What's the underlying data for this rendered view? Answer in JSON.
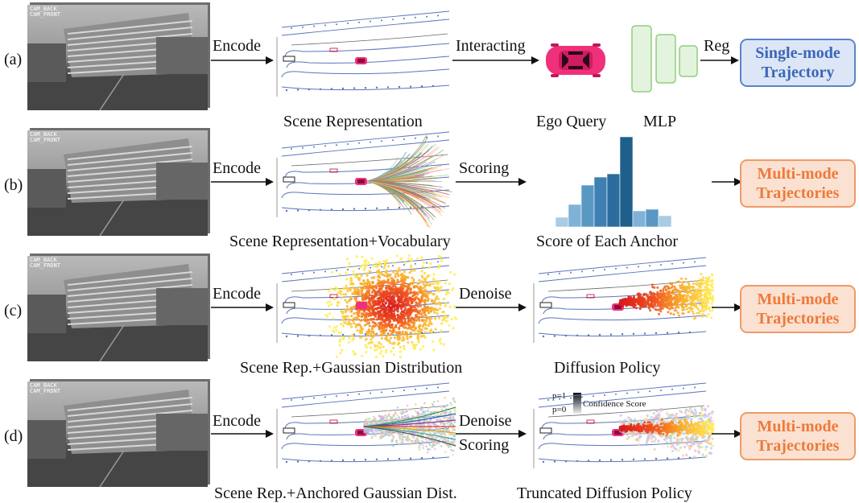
{
  "rows": [
    {
      "label": "(a)",
      "encode": "Encode",
      "scene_caption": "Scene Representation",
      "action": "Interacting",
      "ego_query": "Ego Query",
      "mlp": "MLP",
      "reg": "Reg",
      "output": [
        "Single-mode",
        "Trajectory"
      ]
    },
    {
      "label": "(b)",
      "encode": "Encode",
      "scene_caption": "Scene Representation+Vocabulary",
      "action": "Scoring",
      "result_caption": "Score of Each Anchor",
      "output": [
        "Multi-mode",
        "Trajectories"
      ]
    },
    {
      "label": "(c)",
      "encode": "Encode",
      "scene_caption": "Scene Rep.+Gaussian Distribution",
      "action": "Denoise",
      "result_caption": "Diffusion Policy",
      "output": [
        "Multi-mode",
        "Trajectories"
      ]
    },
    {
      "label": "(d)",
      "encode": "Encode",
      "scene_caption": "Scene Rep.+Anchored Gaussian Dist.",
      "action": "Denoise",
      "action2": "Scoring",
      "result_caption": "Truncated Diffusion Policy",
      "legend_p1": "p=1",
      "legend_p0": "p=0",
      "legend_title": "Confidence Score",
      "output": [
        "Multi-mode",
        "Trajectories"
      ]
    }
  ],
  "camera": {
    "back_tag": "CAM_BACK",
    "front_tag": "CAM_FRONT"
  },
  "colors": {
    "blue_box_fill": "#dde6f6",
    "blue_box_border": "#5d83c7",
    "blue_text": "#3a66b8",
    "orange_box_fill": "#fbe1d1",
    "orange_box_border": "#ee9b6a",
    "orange_text": "#ee7a3a",
    "ego_car": "#f0307a",
    "mlp_fill": "#e3f3dd",
    "mlp_border": "#8fcf7e",
    "road_line": "#5b74b8",
    "histogram_dark": "#1f5f8b",
    "histogram_light": "#a9cbe3"
  }
}
